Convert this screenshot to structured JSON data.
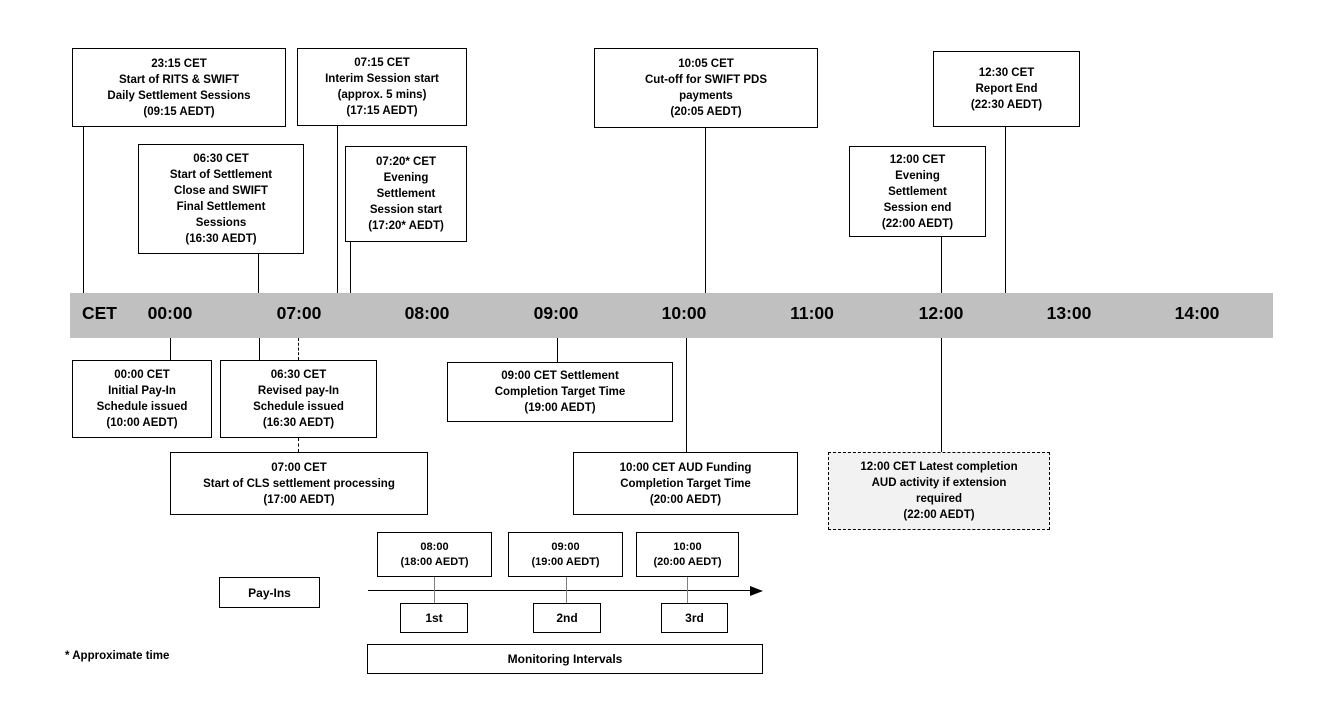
{
  "timeline": {
    "axis_label": "CET",
    "ticks": [
      "00:00",
      "07:00",
      "08:00",
      "09:00",
      "10:00",
      "11:00",
      "12:00",
      "13:00",
      "14:00"
    ]
  },
  "events": {
    "rits_swift_start": "23:15 CET\nStart of RITS & SWIFT\nDaily Settlement Sessions\n(09:15 AEDT)",
    "interim_session_start": "07:15 CET\nInterim Session start\n(approx. 5 mins)\n(17:15 AEDT)",
    "settlement_close_start": "06:30 CET\nStart of Settlement\nClose and SWIFT\nFinal Settlement\nSessions\n(16:30 AEDT)",
    "evening_session_start": "07:20* CET\nEvening\nSettlement\nSession start\n(17:20* AEDT)",
    "swift_pds_cutoff": "10:05 CET\nCut-off for SWIFT PDS\npayments\n(20:05 AEDT)",
    "report_end": "12:30 CET\nReport End\n(22:30 AEDT)",
    "evening_session_end": "12:00 CET\nEvening\nSettlement\nSession end\n(22:00 AEDT)",
    "initial_payin_schedule": "00:00 CET\nInitial Pay-In\nSchedule issued\n(10:00 AEDT)",
    "revised_payin_schedule": "06:30 CET\nRevised pay-In\nSchedule issued\n(16:30 AEDT)",
    "cls_processing_start": "07:00 CET\nStart of CLS settlement processing\n(17:00 AEDT)",
    "settlement_completion_target": "09:00 CET Settlement\nCompletion Target Time\n(19:00 AEDT)",
    "aud_funding_completion_target": "10:00 CET AUD Funding\nCompletion Target Time\n(20:00 AEDT)",
    "latest_completion_extension": "12:00 CET Latest completion\nAUD activity if extension\nrequired\n(22:00 AEDT)"
  },
  "payins": {
    "label": "Pay-Ins",
    "schedule": [
      {
        "time": "08:00\n(18:00 AEDT)",
        "ordinal": "1st"
      },
      {
        "time": "09:00\n(19:00 AEDT)",
        "ordinal": "2nd"
      },
      {
        "time": "10:00\n(20:00 AEDT)",
        "ordinal": "3rd"
      }
    ],
    "monitoring_label": "Monitoring Intervals"
  },
  "footnote": "* Approximate time",
  "colors": {
    "timeline_bar": "#c0c0c0",
    "gray_connector": "#808080",
    "dashed_box_fill": "#f2f2f2"
  }
}
